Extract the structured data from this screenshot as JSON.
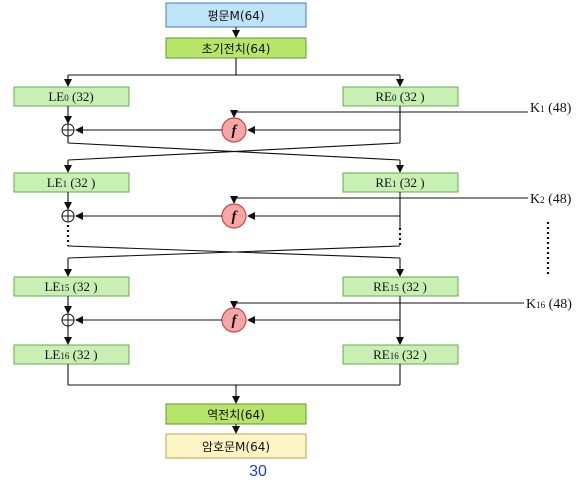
{
  "colors": {
    "plaintext_fill": "#bfe3f7",
    "plaintext_stroke": "#3a7fbf",
    "permutation_fill": "#b6e56a",
    "permutation_stroke": "#5a9a2a",
    "half_fill": "#c8efb4",
    "half_stroke": "#6aa84f",
    "ciphertext_fill": "#fdf5c6",
    "ciphertext_stroke": "#b9a24a",
    "f_fill": "#f6a6a6",
    "f_stroke": "#c44848"
  },
  "boxes": {
    "plaintext": "평문M(64)",
    "initial_permutation": "초기전치(64)",
    "inverse_permutation": "역전치(64)",
    "ciphertext": "암호문M(64)"
  },
  "rounds": [
    {
      "left": {
        "base": "LE",
        "sub": "0",
        "bits": " (32)"
      },
      "right": {
        "base": "RE",
        "sub": "0",
        "bits": " (32 )"
      }
    },
    {
      "left": {
        "base": "LE",
        "sub": "1",
        "bits": " (32 )"
      },
      "right": {
        "base": "RE",
        "sub": "1",
        "bits": " (32 )"
      }
    },
    {
      "left": {
        "base": "LE",
        "sub": "15",
        "bits": " (32 )"
      },
      "right": {
        "base": "RE",
        "sub": "15",
        "bits": " (32 )"
      }
    },
    {
      "left": {
        "base": "LE",
        "sub": "16",
        "bits": " (32 )"
      },
      "right": {
        "base": "RE",
        "sub": "16",
        "bits": " (32 )"
      }
    }
  ],
  "keys": [
    {
      "base": "K",
      "sub": "1",
      "bits": " (48)"
    },
    {
      "base": "K",
      "sub": "2",
      "bits": " (48)"
    },
    {
      "base": "K",
      "sub": "16",
      "bits": " (48)"
    }
  ],
  "f_label": "f",
  "page_number": "30"
}
